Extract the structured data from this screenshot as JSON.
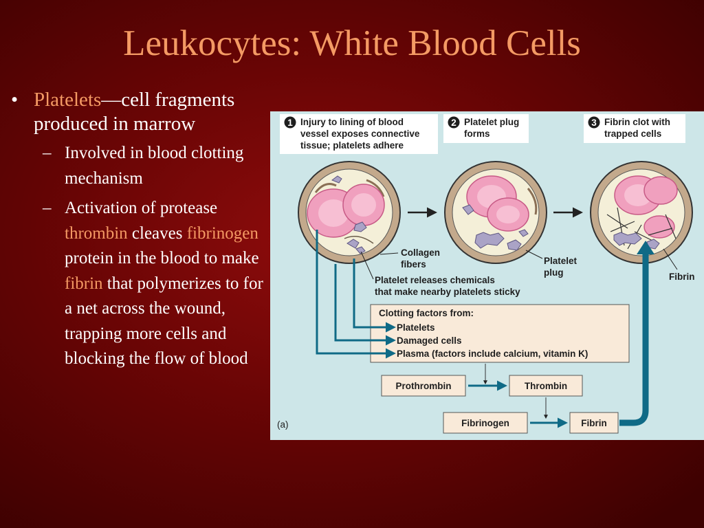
{
  "slide": {
    "title": "Leukocytes: White Blood Cells"
  },
  "bullets": {
    "main": {
      "marker": "•",
      "term": "Platelets",
      "rest": "—cell fragments produced in marrow"
    },
    "sub1": {
      "marker": "–",
      "text": "Involved in blood clotting mechanism"
    },
    "sub2": {
      "marker": "–",
      "t1": "Activation of protease ",
      "h1": "thrombin",
      "t2": " cleaves ",
      "h2": "fibrinogen",
      "t3": " protein in the blood to make ",
      "h3": "fibrin",
      "t4": " that polymerizes to for a net across the wound, trapping more cells and blocking the flow of blood"
    }
  },
  "diagram": {
    "steps": [
      {
        "number": "1",
        "lines": [
          "Injury to lining of blood",
          "vessel exposes connective",
          "tissue; platelets adhere"
        ]
      },
      {
        "number": "2",
        "lines": [
          "Platelet plug",
          "forms"
        ]
      },
      {
        "number": "3",
        "lines": [
          "Fibrin clot with",
          "trapped cells"
        ]
      }
    ],
    "labels": {
      "collagen": [
        "Collagen",
        "fibers"
      ],
      "platelet_plug": [
        "Platelet",
        "plug"
      ],
      "fibrin_label": "Fibrin",
      "releases": [
        "Platelet releases chemicals",
        "that make nearby platelets sticky"
      ]
    },
    "clotting": {
      "heading": "Clotting factors from:",
      "items": [
        "Platelets",
        "Damaged cells",
        "Plasma (factors include calcium, vitamin K)"
      ]
    },
    "boxes": {
      "prothrombin": "Prothrombin",
      "thrombin": "Thrombin",
      "fibrinogen": "Fibrinogen",
      "fibrin": "Fibrin"
    },
    "panel_label": "(a)",
    "colors": {
      "panel_bg": "#cde6e8",
      "arrow_teal": "#0f6a86",
      "box_fill": "#f9ead9",
      "rbc_pink": "#f0a0be",
      "platelet_purple": "#aaa3c6"
    }
  }
}
